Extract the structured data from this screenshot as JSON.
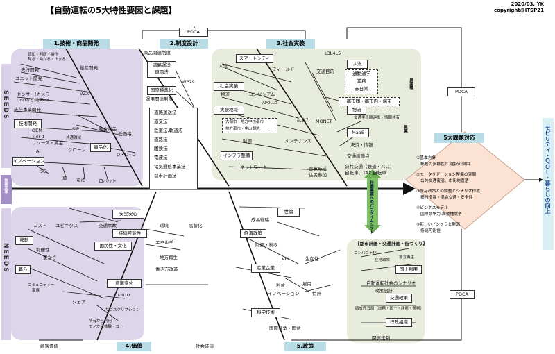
{
  "header": {
    "title": "【自動運転の5大特性要因と課題】",
    "date": "2020/03. YK",
    "copyright": "copyright@ITSP21"
  },
  "categories": {
    "c1": "1.技術・商品開発",
    "c2": "2.制度設計",
    "c3": "3.社会実装",
    "c4": "4.価値",
    "c5": "5.政策"
  },
  "pdca": "PDCA",
  "side": {
    "seeds": "SEEDS",
    "needs": "NEEDS",
    "tech_change": "技術変革",
    "right_result": "モビリティ・ＱＯＬ・暮らしの向上",
    "green_arrow": "社会実装へのパラダイムシフト"
  },
  "tech": {
    "items": [
      "認知・判断・操作",
      "見る・曲がる・止まる",
      "先行開発",
      "ユニット開発",
      "センサー(カメラ",
      "Lidarなど)地図etc",
      "先行事業開発",
      "技術開発",
      "OEM",
      "Tier 1",
      "リソース・資金",
      "AI",
      "イノベーション",
      "5G",
      "車",
      "電池",
      "ロボット",
      "量産開発",
      "VZX",
      "V",
      "SIP",
      "共通領域",
      "競合商品",
      "商品化",
      "Q・C・D",
      "低価格",
      "クローン"
    ]
  },
  "system": {
    "items": [
      "商品関連制度",
      "道路運送",
      "車両法",
      "WP29",
      "国際標準化",
      "運用関連制度",
      "道路運送法",
      "道交法",
      "鉄道法,軌道法",
      "道路法",
      "国鉄法",
      "電波法",
      "電気通信事業法",
      "都市計画法"
    ]
  },
  "social": {
    "items": [
      "スマートシティ",
      "L3L4L5",
      "人流",
      "人流",
      "フィールド",
      "交通目的",
      "通勤通学",
      "業務",
      "赤日常",
      "社会実験",
      "物流",
      "コンソシアム",
      "APOLLO",
      "実験地域",
      "乱立？",
      "大都市・地方中核都市",
      "地方都市・中山間地",
      "物流",
      "都市間・都市内・端末",
      "交通手段間連携・情報共有",
      "MONET",
      "MaaS",
      "決済・情報",
      "財源",
      "メンテナンス",
      "交通結節点",
      "公共交通（鉄道・バス）",
      "自転車、TAX,自転車",
      "インフラ整備",
      "ネットワーク",
      "合意形成",
      "住民参加",
      "異業種",
      "異業"
    ]
  },
  "value": {
    "items": [
      "安全安心",
      "コスト",
      "ユビキタス",
      "交通事故",
      "持続可能性",
      "移動",
      "利便性",
      "豊かさ",
      "国民性・文化",
      "暮ら",
      "コミュニティー",
      "家族",
      "意識変化",
      "シェア",
      "KINTO",
      "サブスクリプション",
      "所有から利用",
      "モノから体験・コト",
      "環境",
      "高齢化",
      "エネルギー",
      "地方再生",
      "働き方改革",
      "顧客価値",
      "社会価値"
    ]
  },
  "policy": {
    "items": [
      "世論",
      "成長戦略",
      "経済政策",
      "財源・税収",
      "産業企業",
      "KPI",
      "生産性",
      "利益",
      "雇用",
      "イノベーション",
      "特許",
      "科学技術",
      "国際競争・国益"
    ]
  },
  "urban": {
    "title": "【都市計画・交通計画・街づくり】",
    "items": [
      "コンパクト化",
      "立地政策",
      "地方再生",
      "国土利用",
      "自動運転社会のシナリオ",
      "政策設計",
      "交通政策",
      "四省庁五局（総務・国土・経産・警察）",
      "行政組織",
      "関連法制"
    ]
  },
  "response": {
    "title": "5大課題対応",
    "items": [
      "①基本方針",
      "移動の多様性と 選択の自由",
      "②モータリゼーション整備の克服",
      "公共交通復活、市街地復活",
      "③既存政策との調整とシナリオ作成",
      "移行措置・混合交通・安全性",
      "④ビジネスモデル",
      "国際競争力,異業種競争",
      "⑤新しいインフラと財源",
      "持続可能性"
    ]
  }
}
